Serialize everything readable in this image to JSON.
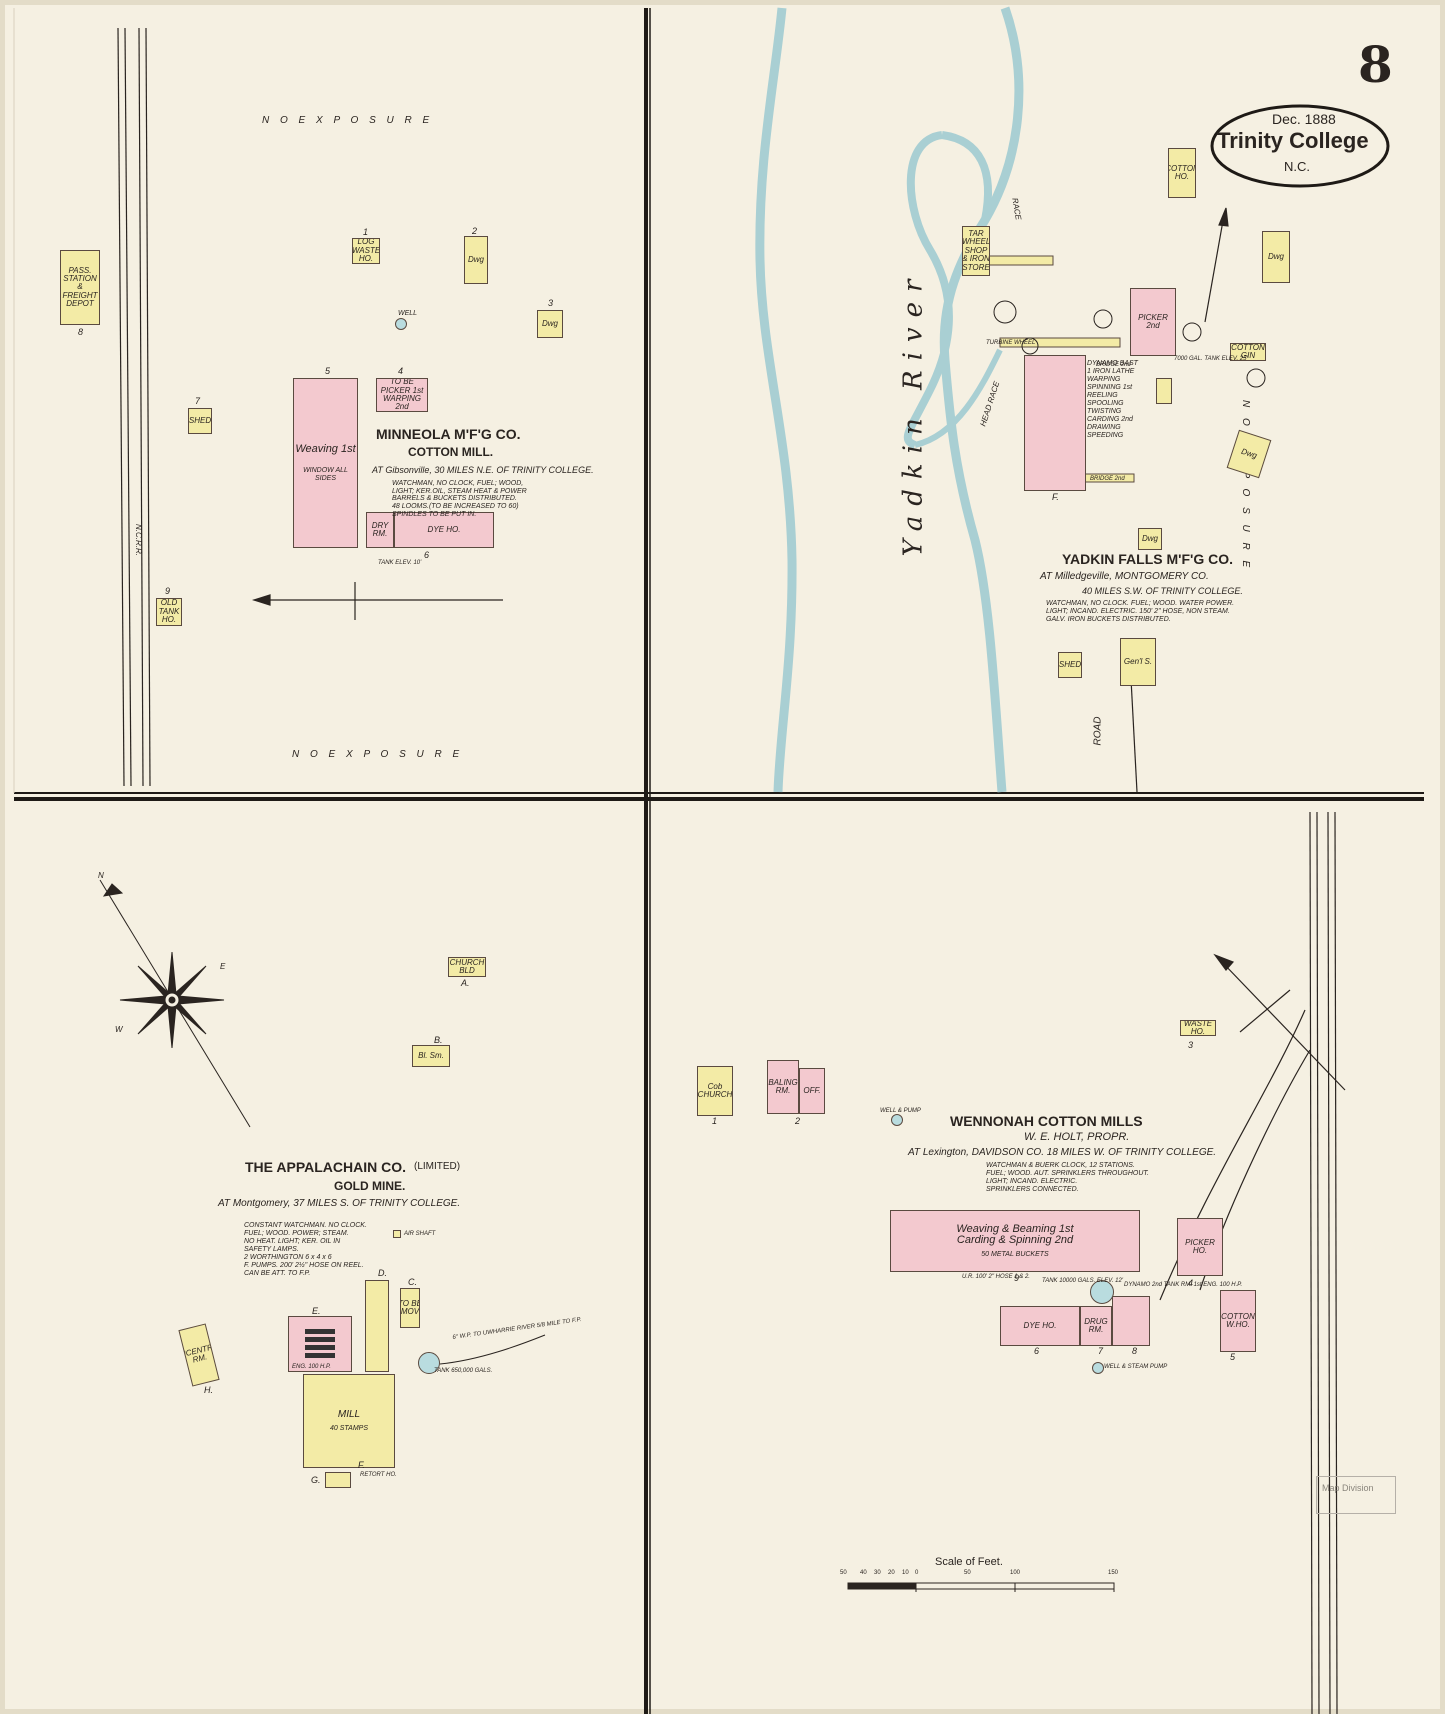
{
  "sheet": {
    "page_number": "8",
    "date": "Dec. 1888",
    "town": "Trinity College",
    "state": "N.C."
  },
  "colors": {
    "paper": "#f5f0e2",
    "brick": "#f3c9cf",
    "frame": "#f3eba6",
    "water": "#b9dcdf",
    "line": "#2a2420"
  },
  "minneola": {
    "title": "MINNEOLA M'F'G CO.",
    "subtitle": "COTTON MILL.",
    "location": "AT Gibsonville, 30 MILES N.E. OF TRINITY COLLEGE.",
    "notes": [
      "WATCHMAN, NO CLOCK, FUEL; WOOD,",
      "LIGHT; KER.OIL, STEAM HEAT & POWER",
      "BARRELS & BUCKETS DISTRIBUTED.",
      "48 LOOMS.(TO BE INCREASED TO 60)",
      "SPINDLES TO BE PUT IN."
    ],
    "exposure_top": "N O   E X P O S U R E",
    "exposure_bottom": "N O   E X P O S U R E",
    "railroad": "N.C.R.R.",
    "buildings": {
      "depot": "PASS. STATION & FREIGHT DEPOT",
      "loom_waste": "LOG WASTE HO.",
      "dwg2": "Dwg",
      "dwg3": "Dwg",
      "well": "WELL",
      "shed7": "SHED",
      "old_tank": "OLD TANK HO.",
      "weaving": "Weaving 1st",
      "weaving_note": "WINDOW ALL SIDES",
      "picker": "TO BE PICKER 1st WARPING 2nd",
      "dry_rm": "DRY RM.",
      "dye_ho": "DYE HO.",
      "tank": "TANK ELEV. 10'"
    },
    "numbers": [
      "1",
      "2",
      "3",
      "4",
      "5",
      "6",
      "7",
      "8",
      "9"
    ]
  },
  "yadkin": {
    "title": "YADKIN FALLS M'F'G CO.",
    "location": "AT Milledgeville, MONTGOMERY CO.",
    "distance": "40 MILES S.W. OF TRINITY COLLEGE.",
    "notes": [
      "WATCHMAN, NO CLOCK. FUEL; WOOD. WATER POWER.",
      "LIGHT; INCAND. ELECTRIC. 150' 2\" HOSE, NON STEAM.",
      "GALV. IRON BUCKETS DISTRIBUTED."
    ],
    "river": "Yadkin River",
    "race": "RACE",
    "head_race": "HEAD RACE",
    "road": "ROAD",
    "exposure": "N O   E X P O S U R E",
    "buildings": {
      "cotton_ho_a": "COTTON HO.",
      "wheel": "TAR WHEEL SHOP & IRON STORE",
      "picker": "PICKER 2nd",
      "dwg_b": "Dwg",
      "cotton_gin": "COTTON GIN",
      "dwg_h": "Dwg",
      "mill_notes": [
        "DYNAMO BAST",
        "1 IRON LATHE",
        "WARPING",
        "SPINNING 1st",
        "REELING",
        "SPOOLING",
        "TWISTING",
        "CARDING 2nd",
        "DRAWING",
        "SPEEDING"
      ],
      "mill_label": "F.",
      "tank": "7000 GAL. TANK ELEV. 25'",
      "bridge1": "BRIDGE 2nd",
      "bridge2": "BRIDGE 2nd",
      "turbine": "TURBINE WHEEL",
      "dwg_g": "Dwg",
      "shed_h": "SHED",
      "gen_store": "Gen'l S."
    }
  },
  "appalachian": {
    "title": "THE APPALACHAIN CO.",
    "limited": "(LIMITED)",
    "subtitle": "GOLD MINE.",
    "location": "AT Montgomery, 37 MILES S. OF TRINITY COLLEGE.",
    "notes": [
      "CONSTANT WATCHMAN. NO CLOCK.",
      "FUEL; WOOD. POWER; STEAM.",
      "NO HEAT. LIGHT; KER. OIL IN",
      "SAFETY LAMPS.",
      "2 WORTHINGTON 6 x 4 x 6",
      "F. PUMPS. 200' 2½\" HOSE ON REEL.",
      "CAN BE ATT. TO F.P."
    ],
    "air_shaft": "AIR SHAFT",
    "buildings": {
      "church": "CHURCH BLD",
      "bl_sm": "Bl. Sm.",
      "concentrate": "CONCENTRATE RM.",
      "mill": "MILL",
      "stamps": "40 STAMPS",
      "eng": "ENG. 100 H.P.",
      "to_be_removed": "TO BE REMOVED",
      "retort": "RETORT HO.",
      "tank": "TANK 650,000 GALS.",
      "pipe": "6\" W.P. TO UWHARRIE RIVER 5/8 MILE TO F.P."
    },
    "letters": [
      "A.",
      "B.",
      "C.",
      "D.",
      "E.",
      "F.",
      "G.",
      "H."
    ]
  },
  "wennonah": {
    "title": "WENNONAH COTTON MILLS",
    "proprietor": "W. E. HOLT, PROPR.",
    "location": "AT Lexington, DAVIDSON CO. 18 MILES W. OF TRINITY COLLEGE.",
    "notes": [
      "WATCHMAN & BUERK CLOCK, 12 STATIONS.",
      "FUEL; WOOD. AUT. SPRINKLERS THROUGHOUT.",
      "LIGHT; INCAND. ELECTRIC.",
      "SPRINKLERS CONNECTED."
    ],
    "buildings": {
      "cob_church": "Cob CHURCH",
      "baling": "BALING RM.",
      "off": "OFF.",
      "well_pump": "WELL & PUMP",
      "waste": "WASTE HO.",
      "main1": "Weaving & Beaming 1st",
      "main2": "Carding & Spinning 2nd",
      "buckets": "50 METAL BUCKETS",
      "hose": "U.R. 100' 2\" HOSE 1 & 2.",
      "picker": "PICKER HO.",
      "dye_ho": "DYE HO.",
      "dye_rm": "DRUG RM.",
      "cotton_wh": "COTTON W.HO.",
      "tank": "TANK 10000 GALS. ELEV. 12'",
      "well_steam": "WELL & STEAM PUMP",
      "dynamo": "DYNAMO 2nd TANK RM. 1st ENG. 100 H.P."
    },
    "numbers": [
      "1",
      "2",
      "3",
      "4",
      "5",
      "6",
      "7",
      "8",
      "9"
    ]
  },
  "scale": {
    "label": "Scale of Feet.",
    "ticks": [
      "50",
      "40",
      "30",
      "20",
      "10",
      "0",
      "50",
      "100",
      "150"
    ]
  },
  "stamp_text": "Map Division",
  "compass": {
    "n": "N",
    "e": "E",
    "w": "W"
  }
}
